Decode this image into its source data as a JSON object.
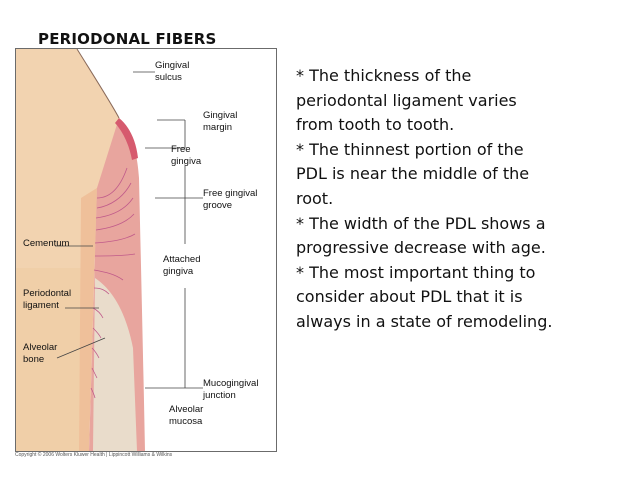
{
  "slide": {
    "title": "Periodonal Fibers"
  },
  "figure": {
    "labels": {
      "gingival_sulcus": [
        "Gingival",
        "sulcus"
      ],
      "gingival_margin": [
        "Gingival",
        "margin"
      ],
      "free_gingiva": [
        "Free",
        "gingiva"
      ],
      "free_gingival_groove": [
        "Free gingival",
        "groove"
      ],
      "cementum": [
        "Cementum"
      ],
      "attached_gingiva": [
        "Attached",
        "gingiva"
      ],
      "periodontal_ligament": [
        "Periodontal",
        "ligament"
      ],
      "alveolar_bone": [
        "Alveolar",
        "bone"
      ],
      "mucogingival_junction": [
        "Mucogingival",
        "junction"
      ],
      "alveolar_mucosa": [
        "Alveolar",
        "mucosa"
      ]
    },
    "copyright": "Copyright © 2006 Wolters Kluwer Health | Lippincott Williams & Wilkins",
    "colors": {
      "tooth_crown": "#f2d3b0",
      "cementum": "#efc09a",
      "gingiva": "#e8a59e",
      "gingival_margin": "#d65a6e",
      "pdl": "#c05a8a",
      "bone": "#e9dccb",
      "panel_border": "#6b6b6b"
    }
  },
  "content": {
    "lines": [
      "* The thickness of the",
      "periodontal ligament varies",
      "from tooth to tooth.",
      "* The thinnest portion of the",
      "PDL is near the middle of the",
      "root.",
      "* The width of the PDL shows a",
      "progressive decrease with age.",
      "* The most important thing to",
      "consider about PDL that it is",
      "always in a state of remodeling."
    ]
  }
}
